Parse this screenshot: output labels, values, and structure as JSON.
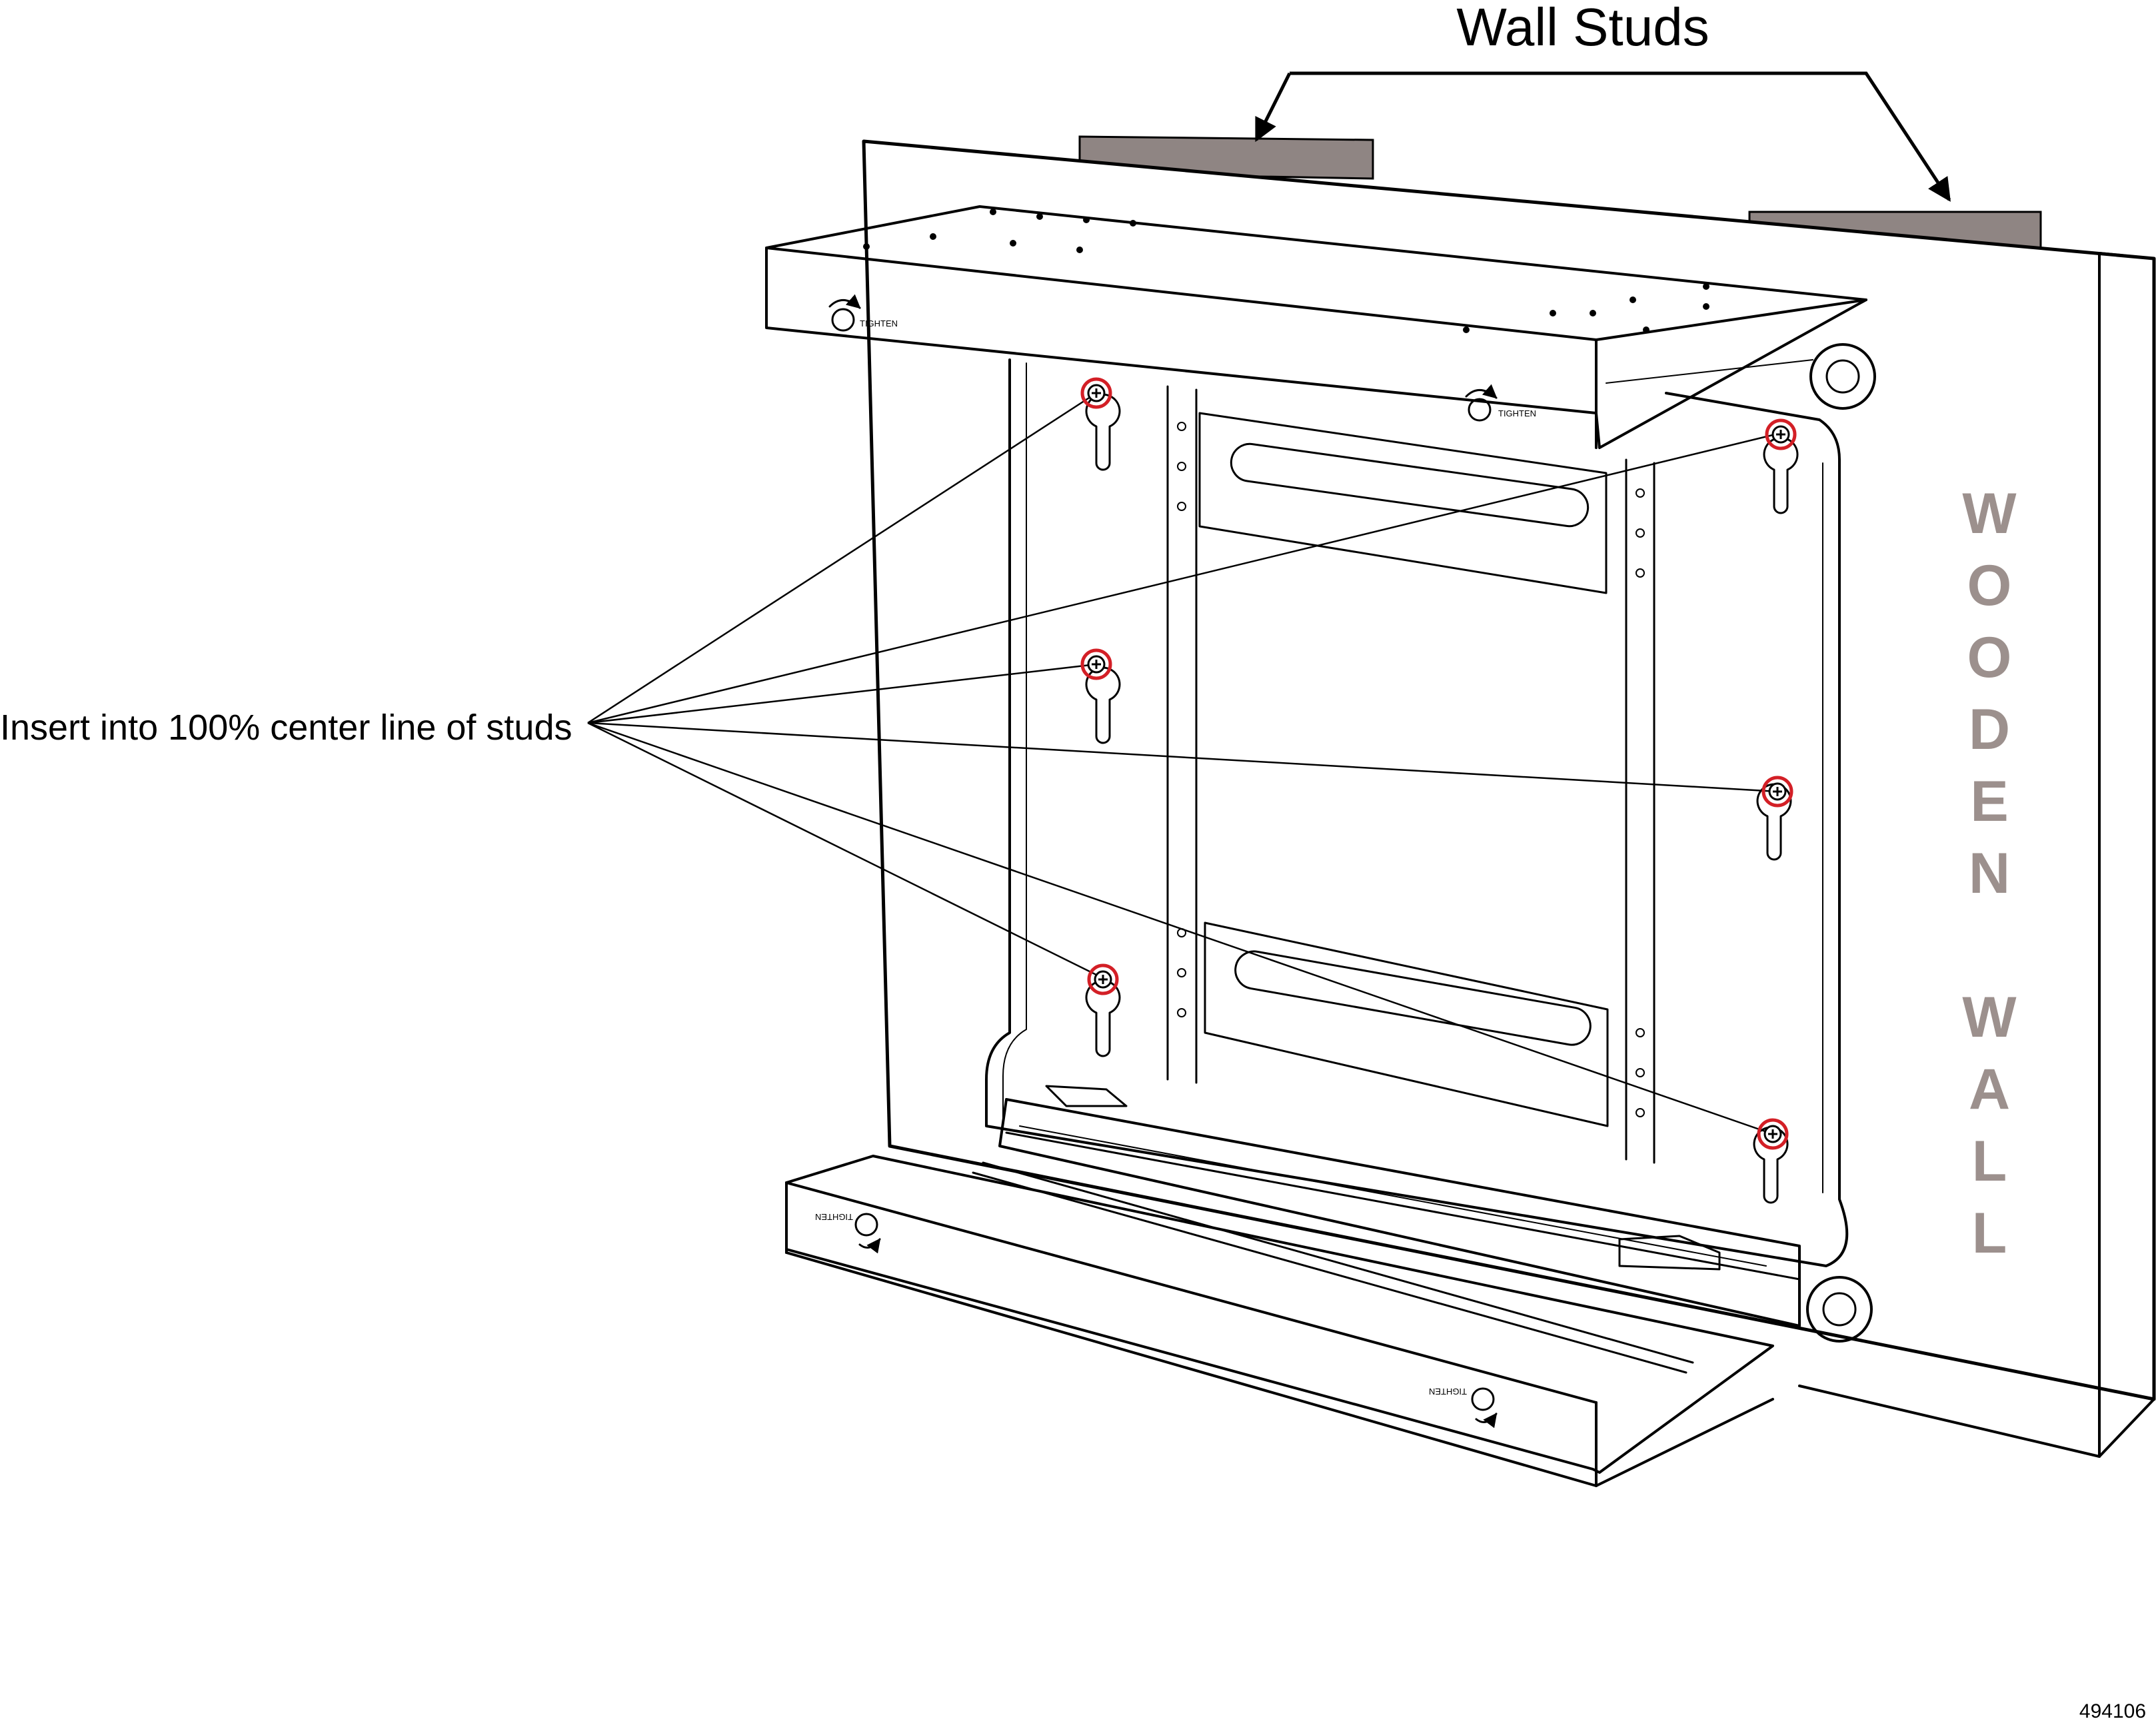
{
  "labels": {
    "wall_studs": "Wall Studs",
    "insert_instruction": "Insert into 100% center line of studs",
    "figure_number": "494106",
    "tighten": "TIGHTEN"
  },
  "wooden_wall_letters": [
    "W",
    "O",
    "O",
    "D",
    "E",
    "N",
    "",
    "W",
    "A",
    "L",
    "L"
  ],
  "colors": {
    "stud_fill": "#8f8583",
    "wall_text": "#9c908d",
    "screw_highlight": "#d31f26",
    "line": "#000000"
  },
  "icons": {
    "screw": "screw-icon",
    "keyhole": "keyhole-slot-icon",
    "tighten": "tighten-rotate-icon",
    "arrow": "arrow-icon"
  }
}
